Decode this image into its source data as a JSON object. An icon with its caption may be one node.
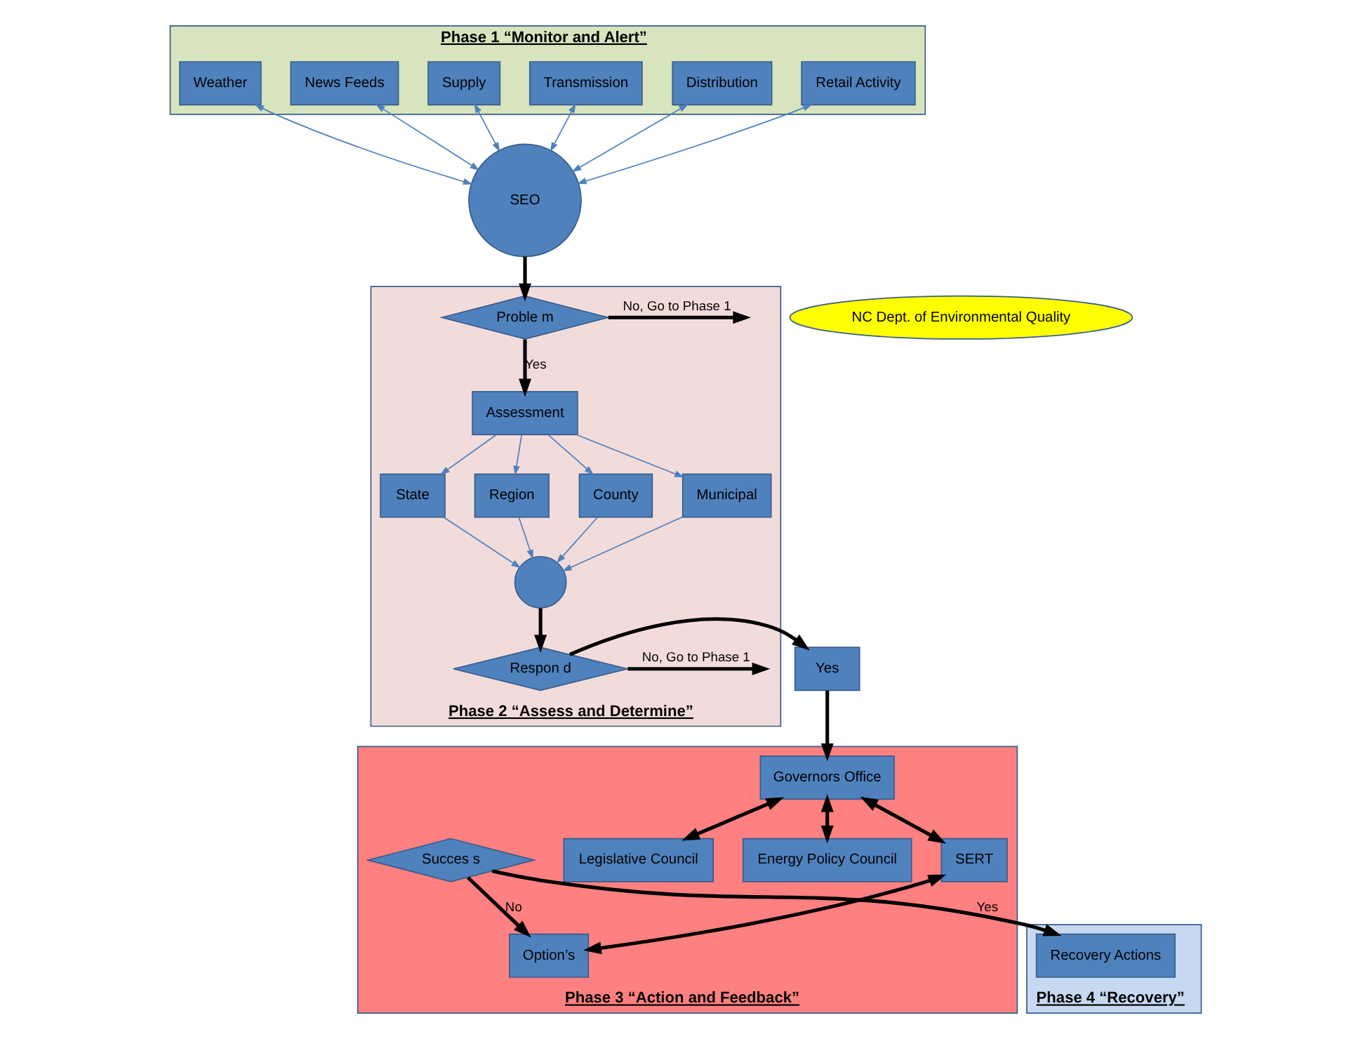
{
  "diagram": {
    "nodes": [
      {
        "text": [
          "Phase 1 “Monitor and Alert”"
        ]
      },
      {
        "text": [
          "Weather"
        ],
        "in": 0
      },
      {
        "text": [
          "News Feeds"
        ],
        "in": 0
      },
      {
        "text": [
          "Supply"
        ],
        "in": 0
      },
      {
        "text": [
          "Transmission"
        ],
        "in": 0
      },
      {
        "text": [
          "Distribution"
        ],
        "in": 0
      },
      {
        "text": [
          "Retail Activity"
        ],
        "in": 0
      },
      {
        "text": [
          "SEO"
        ]
      },
      {
        "text": [
          "NC Dept. of Environmental Quality"
        ]
      },
      {
        "text": [
          "Phase 2 “Assess and Determine”"
        ]
      },
      {
        "text": [
          "Proble m"
        ],
        "in": 9
      },
      {
        "text": [
          "Assessment"
        ],
        "in": 9
      },
      {
        "text": [
          "State"
        ],
        "in": 9
      },
      {
        "text": [
          "Region"
        ],
        "in": 9
      },
      {
        "text": [
          "County"
        ],
        "in": 9
      },
      {
        "text": [
          "Municipal"
        ],
        "in": 9
      },
      {
        "text": [],
        "shape": "circle",
        "in": 9
      },
      {
        "text": [
          "Respon d"
        ],
        "in": 9
      },
      {
        "text": [
          "Yes"
        ]
      },
      {
        "text": [
          "Phase 3 “Action and Feedback”"
        ]
      },
      {
        "text": [
          "Governors Office"
        ],
        "in": 19
      },
      {
        "text": [
          "Legislative Council"
        ],
        "in": 19
      },
      {
        "text": [
          "Energy Policy Council"
        ],
        "in": 19
      },
      {
        "text": [
          "SERT"
        ],
        "in": 19
      },
      {
        "text": [
          "Option’s"
        ],
        "in": 19
      },
      {
        "text": [
          "Succes s"
        ],
        "in": 19
      },
      {
        "text": [
          "Phase 4 “Recovery”"
        ]
      },
      {
        "text": [
          "Recovery Actions"
        ],
        "in": 26
      }
    ],
    "edges": [
      {
        "from": 7,
        "to": 1,
        "arrow": "both"
      },
      {
        "from": 7,
        "to": 2,
        "arrow": "both"
      },
      {
        "from": 7,
        "to": 3,
        "arrow": "both"
      },
      {
        "from": 7,
        "to": 4,
        "arrow": "both"
      },
      {
        "from": 7,
        "to": 5,
        "arrow": "both"
      },
      {
        "from": 7,
        "to": 6,
        "arrow": "both"
      },
      {
        "from": 7,
        "to": 10,
        "arrow": "to",
        "style": "thick",
        "color": "#000000"
      },
      {
        "from": 10,
        "to": null,
        "arrow": "to",
        "label": "No, Go to Phase 1",
        "style": "thick",
        "color": "#000000"
      },
      {
        "from": 10,
        "to": 11,
        "arrow": "to",
        "label": "Yes",
        "style": "thick",
        "color": "#000000"
      },
      {
        "from": 11,
        "to": 12,
        "arrow": "to"
      },
      {
        "from": 11,
        "to": 13,
        "arrow": "to"
      },
      {
        "from": 11,
        "to": 14,
        "arrow": "to"
      },
      {
        "from": 11,
        "to": 15,
        "arrow": "to"
      },
      {
        "from": 12,
        "to": 16,
        "arrow": "to"
      },
      {
        "from": 13,
        "to": 16,
        "arrow": "to"
      },
      {
        "from": 14,
        "to": 16,
        "arrow": "to"
      },
      {
        "from": 15,
        "to": 16,
        "arrow": "to"
      },
      {
        "from": 16,
        "to": 17,
        "arrow": "to",
        "style": "thick",
        "color": "#000000"
      },
      {
        "from": 17,
        "to": null,
        "arrow": "to",
        "label": "No, Go to Phase 1",
        "style": "thick",
        "color": "#000000"
      },
      {
        "from": 17,
        "to": 18,
        "arrow": "to",
        "style": "thick",
        "color": "#000000"
      },
      {
        "from": 18,
        "to": 20,
        "arrow": "to",
        "style": "thick",
        "color": "#000000"
      },
      {
        "from": 20,
        "to": 21,
        "arrow": "both",
        "style": "thick",
        "color": "#000000"
      },
      {
        "from": 20,
        "to": 22,
        "arrow": "both",
        "style": "thick",
        "color": "#000000"
      },
      {
        "from": 20,
        "to": 23,
        "arrow": "both",
        "style": "thick",
        "color": "#000000"
      },
      {
        "from": 23,
        "to": 24,
        "arrow": "both",
        "style": "thick",
        "color": "#000000"
      },
      {
        "from": 25,
        "to": 24,
        "arrow": "to",
        "label": "No",
        "style": "thick",
        "color": "#000000"
      },
      {
        "from": 25,
        "to": 27,
        "arrow": "to",
        "label": "Yes",
        "style": "thick",
        "color": "#000000"
      }
    ]
  }
}
